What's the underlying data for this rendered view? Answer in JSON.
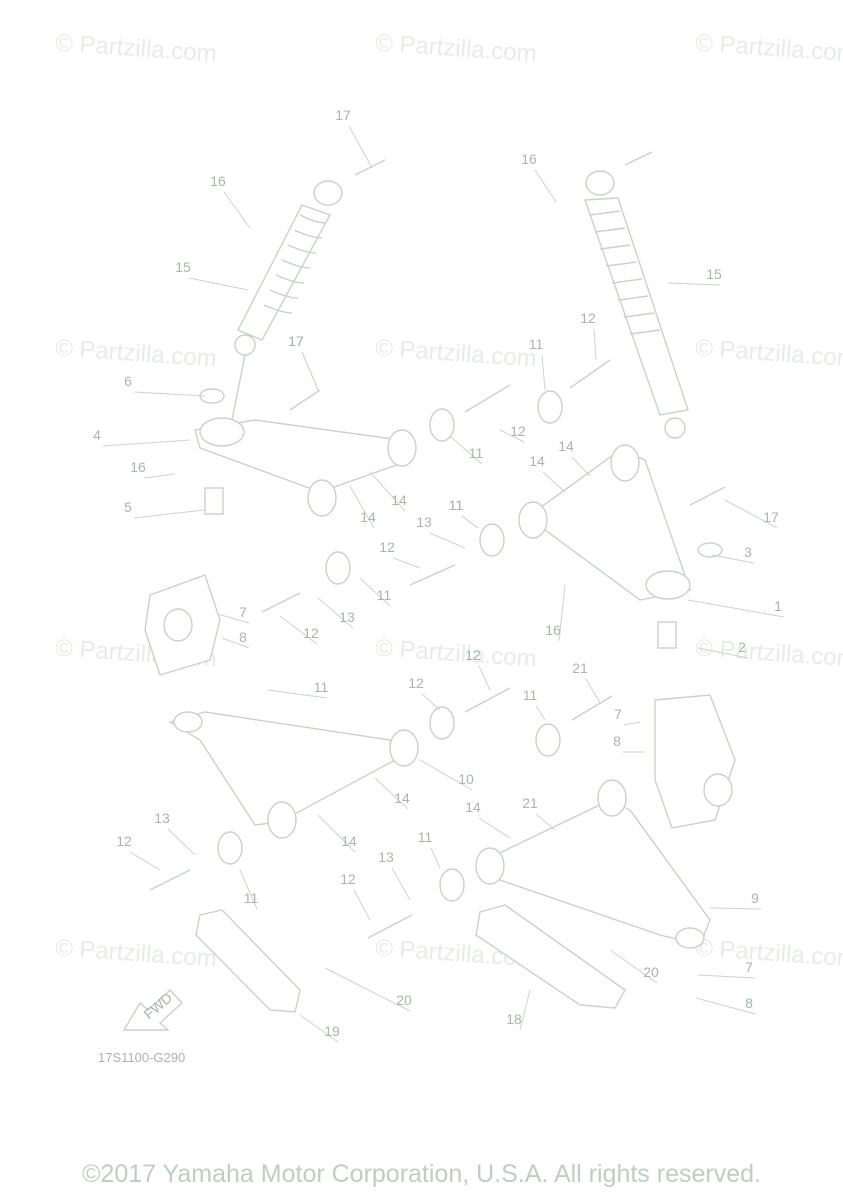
{
  "watermark": "© Partzilla.com",
  "part_code": "17S1100-G290",
  "copyright": "©2017 Yamaha Motor Corporation, U.S.A. All rights reserved.",
  "fwd_label": "FWD",
  "callouts": [
    "17",
    "16",
    "15",
    "17",
    "16",
    "15",
    "12",
    "11",
    "17",
    "6",
    "4",
    "12",
    "11",
    "16",
    "14",
    "14",
    "5",
    "14",
    "11",
    "14",
    "13",
    "11",
    "17",
    "12",
    "11",
    "3",
    "1",
    "7",
    "12",
    "13",
    "16",
    "8",
    "2",
    "12",
    "21",
    "11",
    "12",
    "11",
    "7",
    "10",
    "8",
    "14",
    "21",
    "14",
    "13",
    "12",
    "14",
    "11",
    "13",
    "9",
    "11",
    "12",
    "20",
    "7",
    "20",
    "8",
    "19",
    "18"
  ]
}
